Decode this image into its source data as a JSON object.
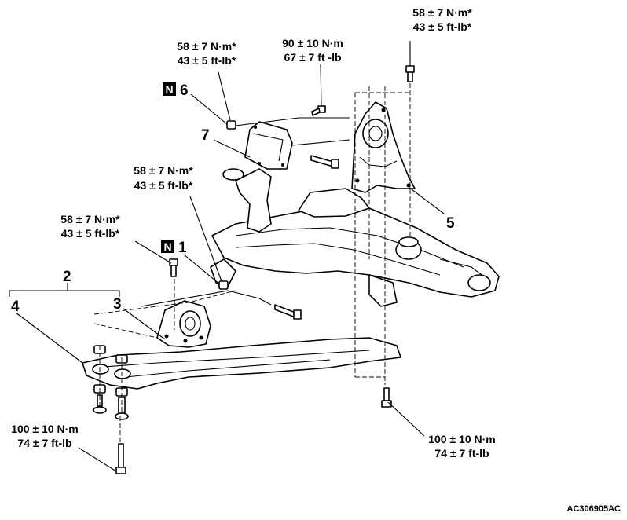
{
  "diagram": {
    "code": "AC306905AC",
    "badge_letter": "N",
    "callouts": [
      {
        "id": "c1",
        "number": "1",
        "badge": true
      },
      {
        "id": "c2",
        "number": "2",
        "badge": false
      },
      {
        "id": "c3",
        "number": "3",
        "badge": false
      },
      {
        "id": "c4",
        "number": "4",
        "badge": false
      },
      {
        "id": "c5",
        "number": "5",
        "badge": false
      },
      {
        "id": "c6",
        "number": "6",
        "badge": true
      },
      {
        "id": "c7",
        "number": "7",
        "badge": false
      }
    ],
    "torques": [
      {
        "id": "t_top_right",
        "line1": "58 ± 7 N·m*",
        "line2": "43 ± 5 ft-lb*"
      },
      {
        "id": "t_top_left",
        "line1": "58 ± 7 N·m*",
        "line2": "43 ± 5 ft-lb*"
      },
      {
        "id": "t_top_mid",
        "line1": "90 ± 10 N·m",
        "line2": "67 ± 7 ft -lb"
      },
      {
        "id": "t_mid",
        "line1": "58 ± 7 N·m*",
        "line2": "43 ± 5 ft-lb*"
      },
      {
        "id": "t_left",
        "line1": "58 ± 7 N·m*",
        "line2": "43 ± 5 ft-lb*"
      },
      {
        "id": "t_bot_left",
        "line1": "100 ± 10 N·m",
        "line2": "74 ± 7 ft-lb"
      },
      {
        "id": "t_bot_right",
        "line1": "100 ± 10 N·m",
        "line2": "74 ± 7 ft-lb"
      }
    ]
  }
}
